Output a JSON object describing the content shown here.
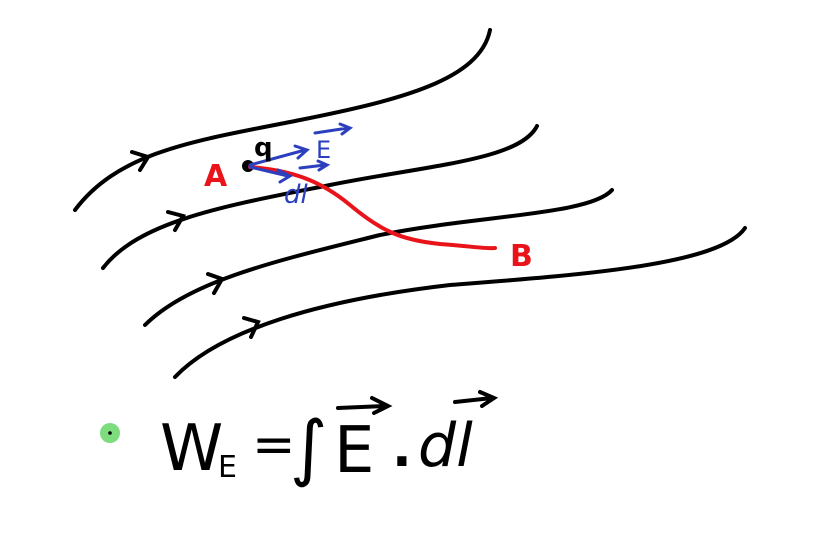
{
  "diagram": {
    "point_a_label": "A",
    "point_b_label": "B",
    "charge_label": "q",
    "field_vector_label": "E",
    "displacement_vector_label": "dl",
    "field_line_count": 4
  },
  "formula": {
    "lhs": "W",
    "lhs_subscript": "E",
    "equals": "=",
    "integral": "∫",
    "vector_e": "E",
    "dot": ".",
    "vector_dl": "dl"
  },
  "colors": {
    "field_lines": "#000000",
    "path": "#e8141a",
    "vectors": "#2b3fbf",
    "cursor": "#7ddc7d"
  }
}
